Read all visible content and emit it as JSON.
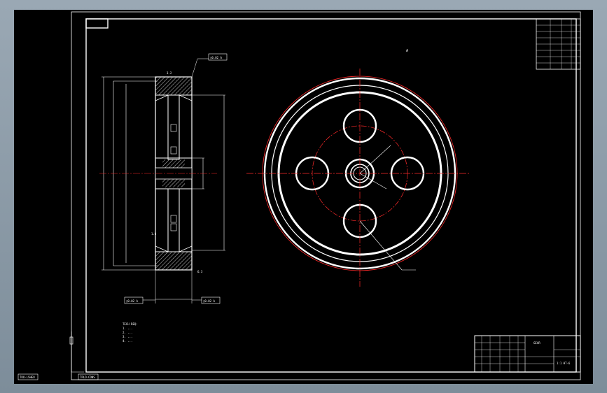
{
  "drawing": {
    "view_label": "A",
    "left_title_tag": "TOO·LSHEO",
    "bottom_left_tag": "TPLO·CONS",
    "dim_box_top": "▢0.02 A",
    "dim_box_left": "▢0.02 A",
    "dim_box_right": "▢0.02 A",
    "roughness_a": "3.2",
    "roughness_b": "1.6",
    "roughness_c": "6.3",
    "notes": [
      "TECH REQ:",
      "1. ...",
      "2. ...",
      "3. ...",
      "4. ..."
    ],
    "title_block": {
      "name": "GEAR",
      "drawing_no": "1:1 HT-6"
    }
  },
  "colors": {
    "line": "#ffffff",
    "center": "#ff2a2a",
    "hatch": "#ffffff",
    "background": "#000000"
  }
}
